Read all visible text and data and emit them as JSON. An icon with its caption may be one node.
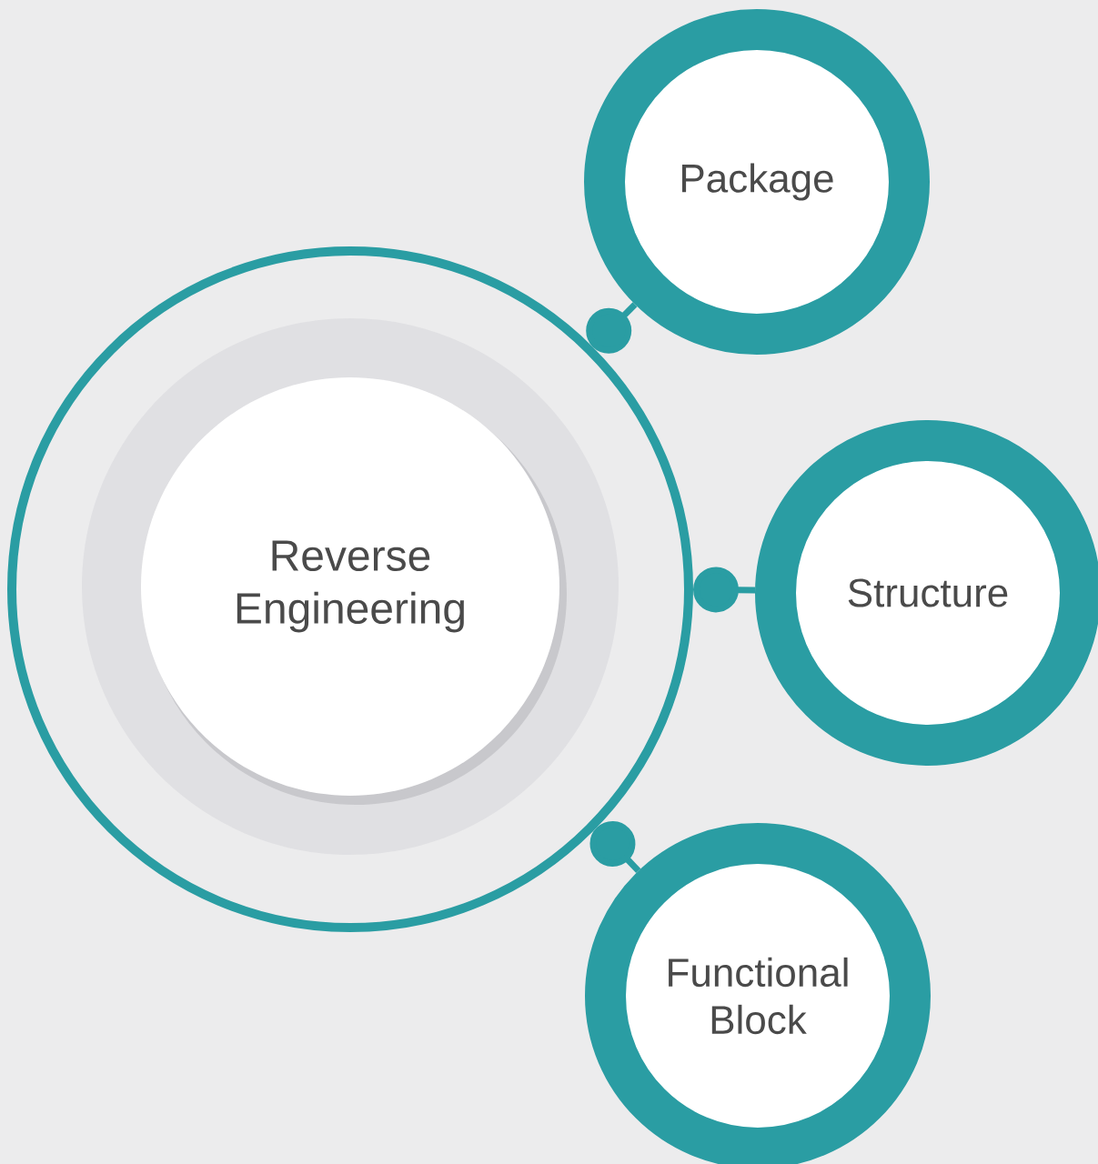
{
  "diagram": {
    "nodes": [
      {
        "text": [],
        "shape": "circle"
      },
      {
        "text": [
          "Reverse Engineering"
        ],
        "in": 0
      },
      {
        "text": [
          "Package"
        ]
      },
      {
        "text": [
          "Structure"
        ]
      },
      {
        "text": [
          "Functional Block"
        ]
      }
    ],
    "edges": [
      {
        "from": 0,
        "to": 2,
        "arrow": "other"
      },
      {
        "from": 0,
        "to": 3,
        "arrow": "other"
      },
      {
        "from": 0,
        "to": 4,
        "arrow": "other"
      }
    ]
  }
}
